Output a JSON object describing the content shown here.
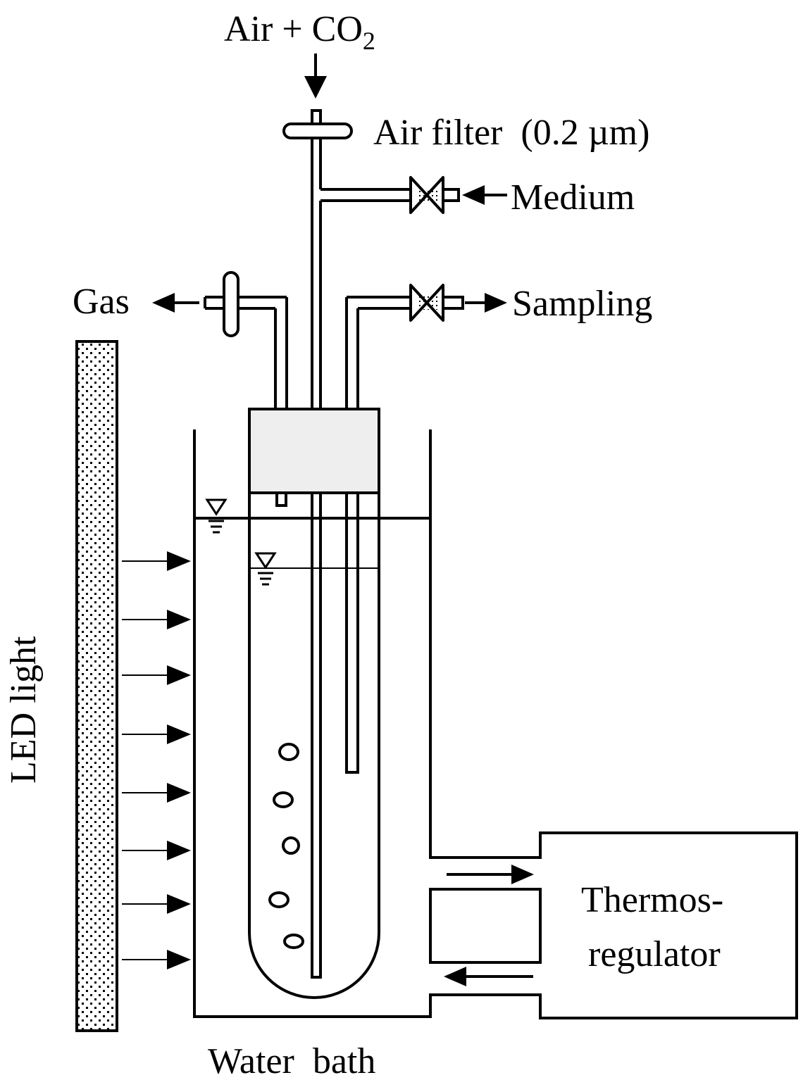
{
  "labels": {
    "inlet_gas": "Air + CO",
    "inlet_gas_subscript": "2",
    "air_filter": "Air filter  (0.2 µm)",
    "medium": "Medium",
    "gas": "Gas",
    "sampling": "Sampling",
    "led_light": "LED light",
    "thermo_line1": "Thermos-",
    "thermo_line2": "regulator",
    "water_bath": "Water  bath"
  },
  "colors": {
    "line": "#000000",
    "stopper_fill": "#eeeeee",
    "background": "#ffffff"
  }
}
